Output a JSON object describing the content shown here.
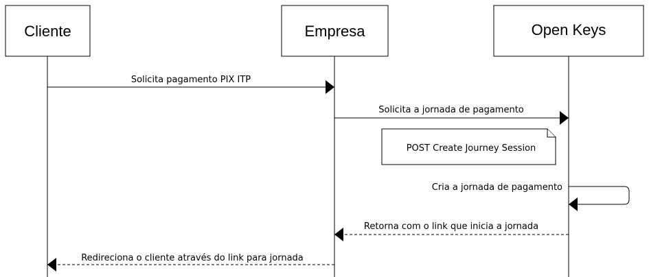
{
  "participants": [
    {
      "id": "cliente",
      "label": "Cliente"
    },
    {
      "id": "empresa",
      "label": "Empresa"
    },
    {
      "id": "openkeys",
      "label": "Open Keys"
    }
  ],
  "messages": [
    {
      "from": "cliente",
      "to": "empresa",
      "label": "Solicita pagamento PIX ITP",
      "style": "solid"
    },
    {
      "from": "empresa",
      "to": "openkeys",
      "label": "Solicita a jornada de pagamento",
      "style": "solid"
    },
    {
      "from": "openkeys",
      "to": "openkeys",
      "label": "Cria a jornada de pagamento",
      "style": "solid"
    },
    {
      "from": "openkeys",
      "to": "empresa",
      "label": "Retorna com o link que inicia a jornada",
      "style": "dashed"
    },
    {
      "from": "empresa",
      "to": "cliente",
      "label": "Redireciona o cliente através do link para jornada",
      "style": "dashed"
    }
  ],
  "notes": [
    {
      "label": "POST Create Journey Session"
    }
  ]
}
